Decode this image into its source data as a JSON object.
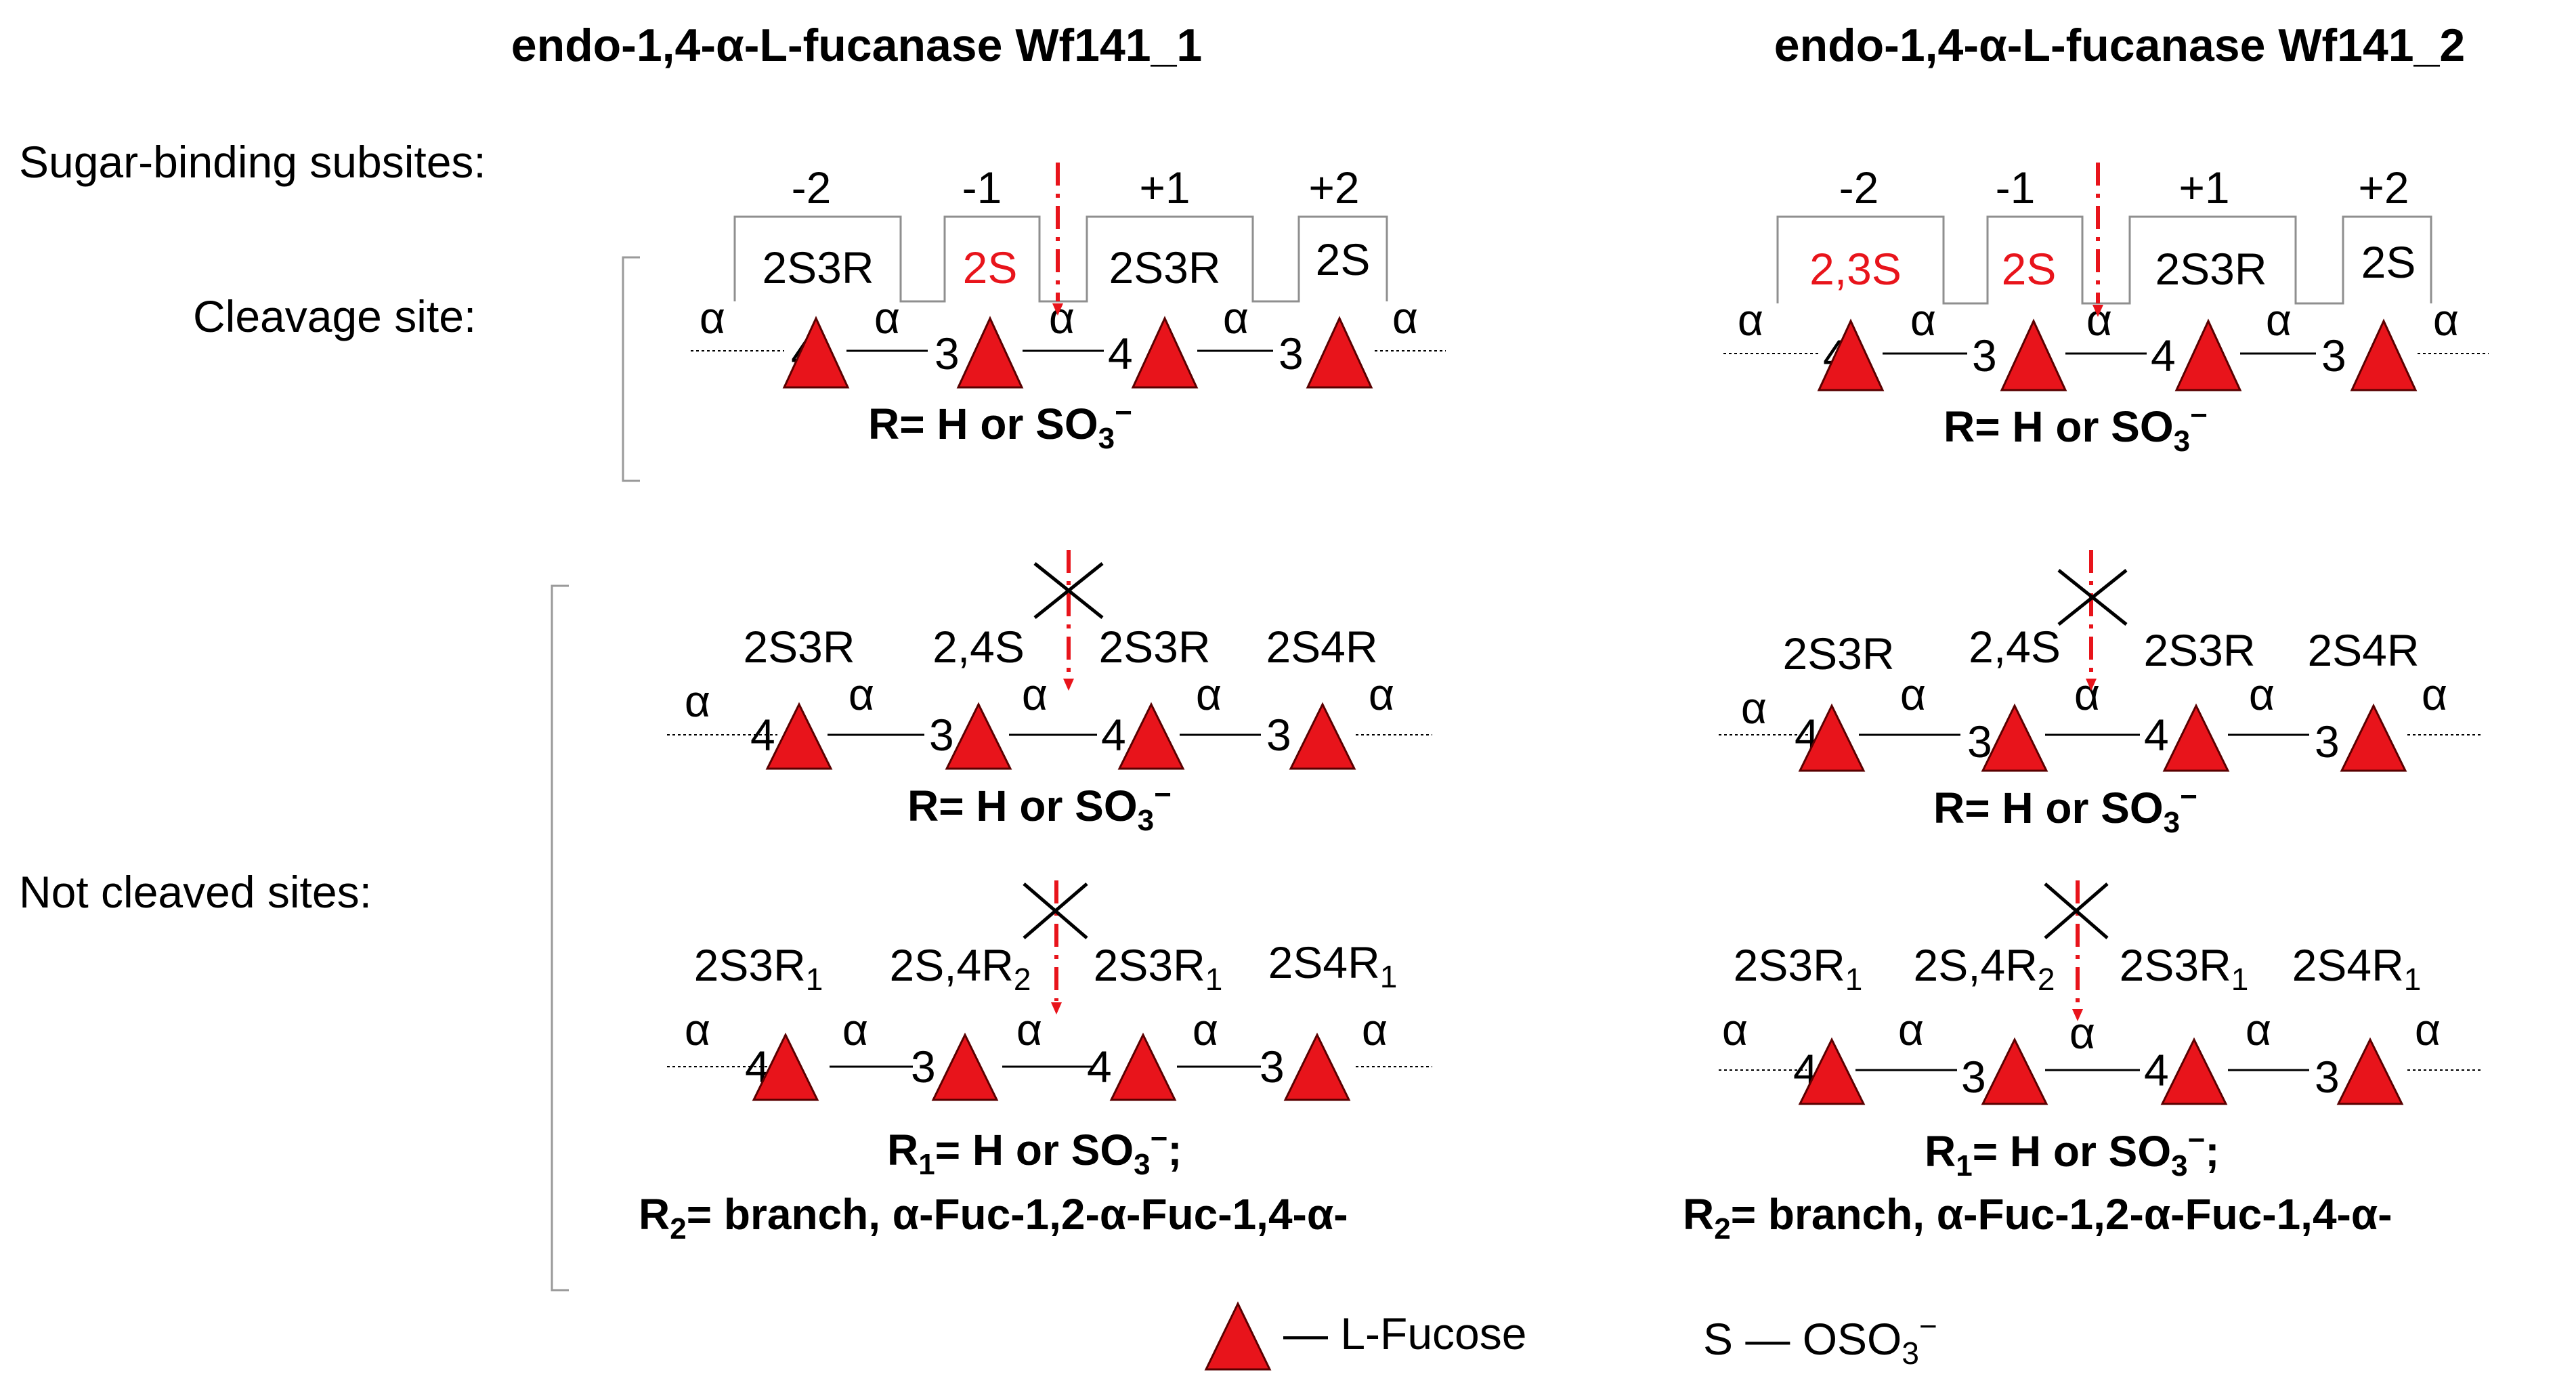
{
  "headers": {
    "left": "endo-1,4-α-L-fucanase Wf141_1",
    "right": "endo-1,4-α-L-fucanase Wf141_2"
  },
  "section_labels": {
    "sugar_binding": "Sugar-binding subsites:",
    "cleavage": "Cleavage site:",
    "not_cleaved": "Not cleaved sites:"
  },
  "subsite_numbers": [
    "-2",
    "-1",
    "+1",
    "+2"
  ],
  "link_labels": {
    "alpha": "α",
    "pos4": "4",
    "pos3": "3"
  },
  "cleavage": {
    "left": {
      "subsites": [
        "2S3R",
        "2S",
        "2S3R",
        "2S"
      ],
      "r_prefix": "R= H or SO",
      "r_sub": "3",
      "r_sup": "−"
    },
    "right": {
      "subsites": [
        "2,3S",
        "2S",
        "2S3R",
        "2S"
      ],
      "r_prefix": "R= H or SO",
      "r_sub": "3",
      "r_sup": "−"
    }
  },
  "not_cleaved_a": {
    "labels": [
      "2S3R",
      "2,4S",
      "2S3R",
      "2S4R"
    ],
    "r_prefix": "R= H or SO",
    "r_sub": "3",
    "r_sup": "−"
  },
  "not_cleaved_b": {
    "labels": [
      {
        "main": "2S3R",
        "sub": "1"
      },
      {
        "main": "2S,4R",
        "sub": "2"
      },
      {
        "main": "2S3R",
        "sub": "1"
      },
      {
        "main": "2S4R",
        "sub": "1"
      }
    ],
    "r1": {
      "pre": "R",
      "sub1": "1",
      "mid": "= H or SO",
      "sub2": "3",
      "sup": "−",
      "post": ";"
    },
    "r2": {
      "pre": "R",
      "sub1": "2",
      "rest": "= branch, α-Fuc-1,2-α-Fuc-1,4-α-"
    }
  },
  "legend": {
    "fucose": "— L-Fucose",
    "sulfate_prefix": "S — OSO",
    "sulfate_sub": "3",
    "sulfate_sup": "−"
  },
  "colors": {
    "text": "#000000",
    "accent_red": "#e8141b",
    "triangle_fill": "#e8141b",
    "triangle_stroke": "#5a0000",
    "bracket": "#9a9a9a"
  }
}
